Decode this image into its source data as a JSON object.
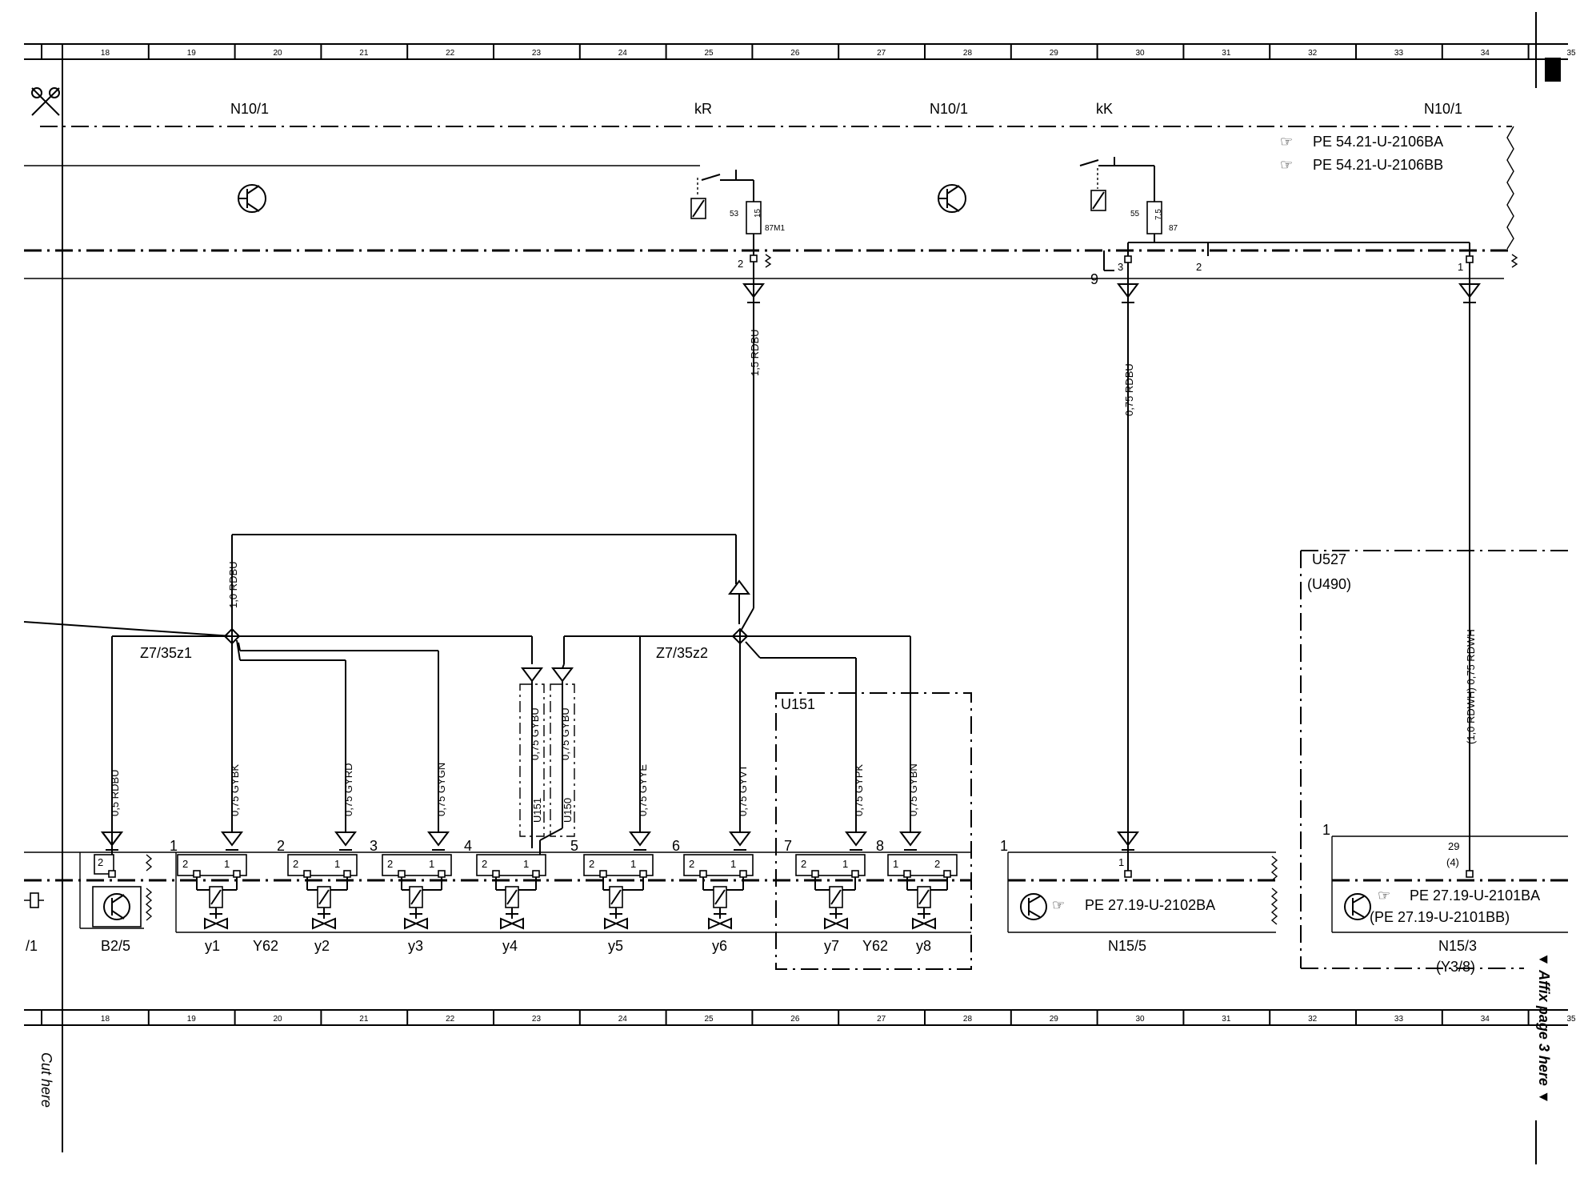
{
  "grid": {
    "columns": [
      "18",
      "19",
      "20",
      "21",
      "22",
      "23",
      "24",
      "25",
      "26",
      "27",
      "28",
      "29",
      "30",
      "31",
      "32",
      "33",
      "34",
      "35"
    ]
  },
  "icons": {
    "scissors": "scissors-icon",
    "cut_marker": "black-marker-icon"
  },
  "header": {
    "left_module": "N10/1",
    "relay_kr": "kR",
    "center_module": "N10/1",
    "relay_kk": "kK",
    "right_module": "N10/1"
  },
  "refs_top": [
    "PE 54.21-U-2106BA",
    "PE 54.21-U-2106BB"
  ],
  "relays": [
    {
      "pin": "53",
      "fuse": "15",
      "out": "87M1",
      "connector_pin": "2",
      "wire": "1,5 RDBU"
    },
    {
      "pin": "55",
      "fuse": "7,5",
      "out": "87",
      "connector_pins": [
        "3",
        "2",
        "1"
      ],
      "connector_label": "9",
      "wire": "0,75 RDBU"
    }
  ],
  "right_wire": "(1,0 RDWH) 0,75 RDWH",
  "splices": [
    {
      "name": "Z7/35z1",
      "wire_up": "1,0 RDBU"
    },
    {
      "name": "Z7/35z2"
    }
  ],
  "variant_boxes": {
    "u151": "U151",
    "u527": "U527",
    "u490": "(U490)"
  },
  "branch_wires": [
    "0,5 RDBU",
    "0,75 GYBK",
    "0,75 GYRD",
    "0,75 GYGN",
    "0,75 GYBU",
    "0,75 GYBU",
    "0,75 GYYE",
    "0,75 GYVT",
    "0,75 GYPK",
    "0,75 GYBN"
  ],
  "branch_variants": [
    "U151",
    "U150"
  ],
  "valves": {
    "group_numbers": [
      "1",
      "2",
      "3",
      "4",
      "5",
      "6",
      "7",
      "8"
    ],
    "pins": {
      "two": "2",
      "one": "1"
    },
    "names": [
      "y1",
      "y2",
      "y3",
      "y4",
      "y5",
      "y6",
      "y7",
      "y8"
    ],
    "group": "Y62"
  },
  "sensor_b2": {
    "name": "B2/5",
    "pin": "2"
  },
  "left_partial": "/1",
  "n15_5": {
    "num": "1",
    "pin": "1",
    "ref": "PE 27.19-U-2102BA",
    "name": "N15/5"
  },
  "n15_3": {
    "num": "1",
    "pin": "29",
    "pin_alt": "(4)",
    "refs": [
      "PE 27.19-U-2101BA",
      "(PE 27.19-U-2101BB)"
    ],
    "name": "N15/3",
    "alt_name": "(Y3/8)"
  },
  "side_texts": {
    "cut": "Cut here",
    "affix": "▼ Affix page 3 here ▼"
  }
}
